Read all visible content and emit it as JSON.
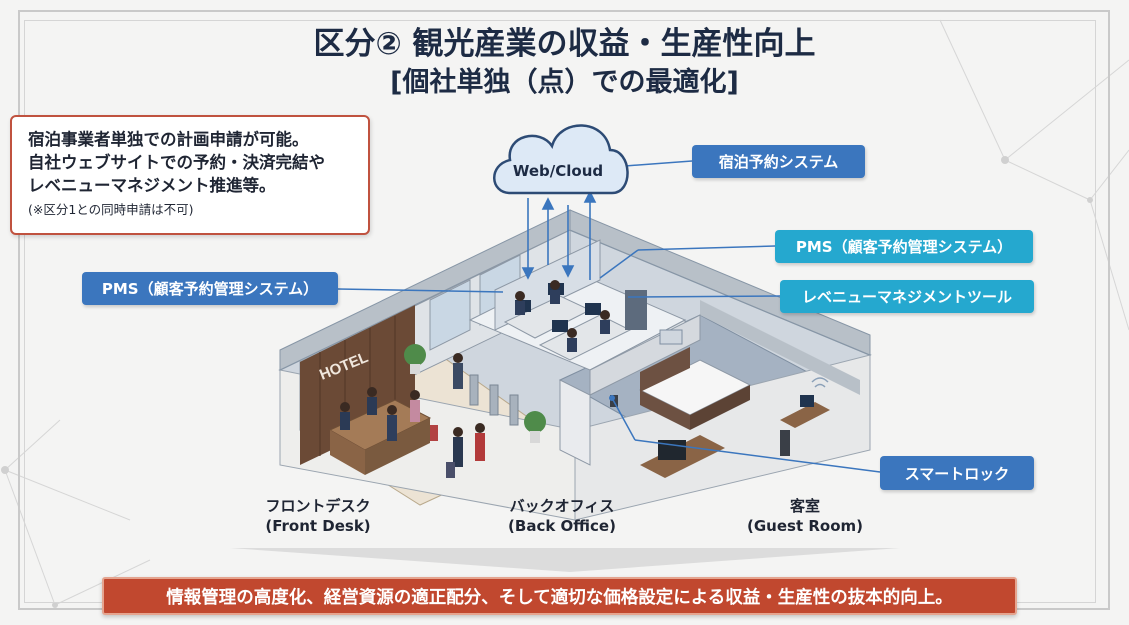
{
  "title": {
    "line1": "区分② 観光産業の収益・生産性向上",
    "line2": "[個社単独（点）での最適化]"
  },
  "note": {
    "line1": "宿泊事業者単独での計画申請が可能。",
    "line2": "自社ウェブサイトでの予約・決済完結や",
    "line3": "レベニューマネジメント推進等。",
    "small": "(※区分1との同時申請は不可)"
  },
  "cloud_label": "Web/Cloud",
  "hotel_sign": "HOTEL",
  "callouts": {
    "booking_system": "宿泊予約システム",
    "pms_right": "PMS（顧客予約管理システム）",
    "pms_left": "PMS（顧客予約管理システム）",
    "revenue_tool": "レベニューマネジメントツール",
    "smart_lock": "スマートロック"
  },
  "rooms": {
    "front_desk_jp": "フロントデスク",
    "front_desk_en": "(Front Desk)",
    "back_office_jp": "バックオフィス",
    "back_office_en": "(Back Office)",
    "guest_room_jp": "客室",
    "guest_room_en": "(Guest Room)"
  },
  "banner": "情報管理の高度化、経営資源の適正配分、そして適切な価格設定による収益・生産性の抜本的向上。",
  "colors": {
    "navy": "#1d2b44",
    "pill_blue": "#3b76be",
    "pill_teal": "#25a8cf",
    "accent_red": "#c1482f"
  }
}
